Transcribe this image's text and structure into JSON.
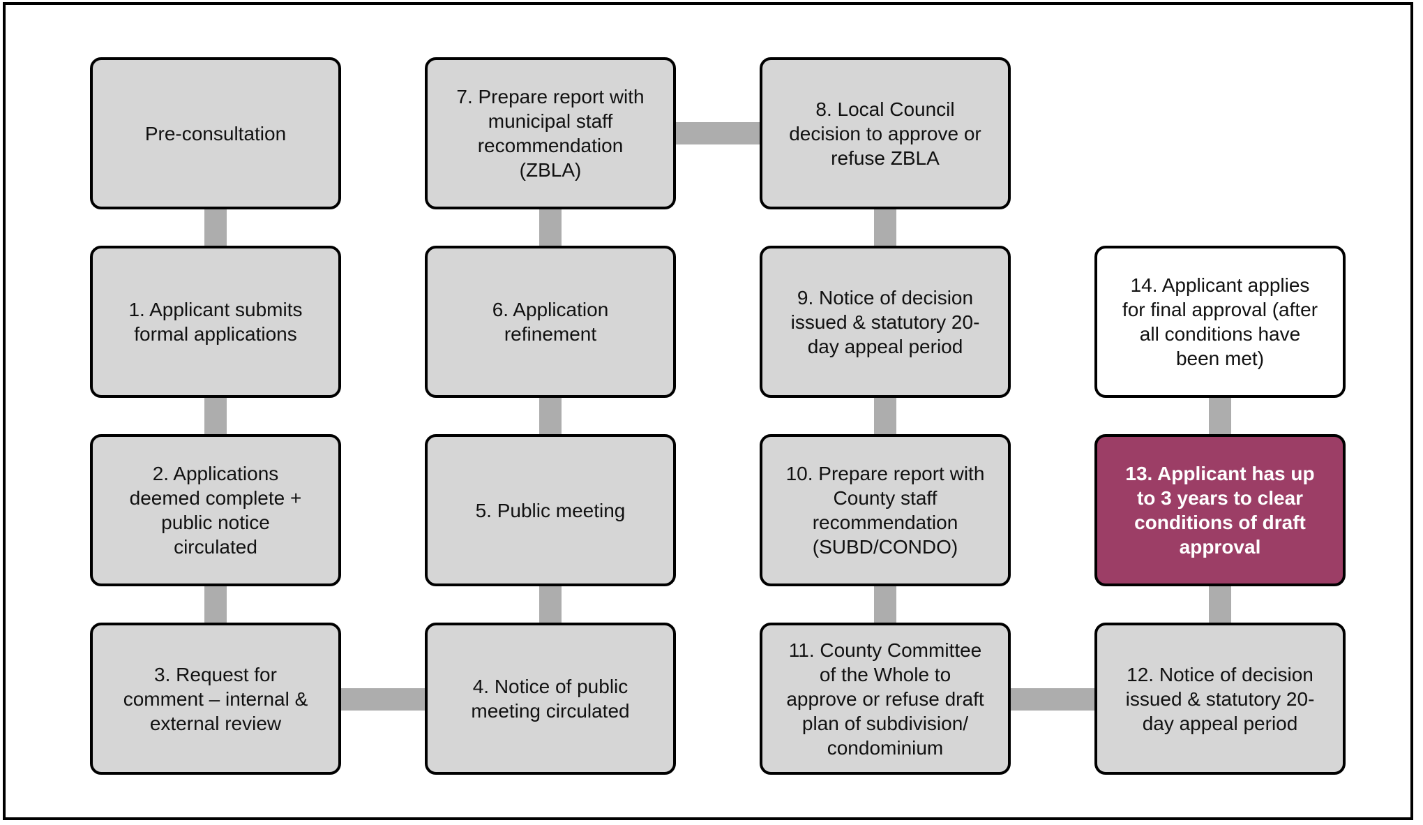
{
  "diagram": {
    "type": "flowchart",
    "description": "Planning application process flow, 15 steps in 4 columns (serpentine flow)",
    "colors": {
      "node_fill": "#d6d6d6",
      "node_border": "#000000",
      "node_text": "#111111",
      "connector": "#adadad",
      "frame_border": "#000000",
      "highlight_fill": "#9c3e66",
      "highlight_text": "#ffffff",
      "final_node_fill": "#ffffff"
    },
    "nodes": [
      {
        "id": "pre-consultation",
        "style": "default",
        "label": "Pre-consultation"
      },
      {
        "id": "step-1",
        "style": "default",
        "label": "1. Applicant submits\nformal applications"
      },
      {
        "id": "step-2",
        "style": "default",
        "label": "2. Applications\ndeemed complete +\npublic notice\ncirculated"
      },
      {
        "id": "step-3",
        "style": "default",
        "label": "3. Request for\ncomment – internal &\nexternal review"
      },
      {
        "id": "step-4",
        "style": "default",
        "label": "4. Notice of public\nmeeting circulated"
      },
      {
        "id": "step-5",
        "style": "default",
        "label": "5. Public meeting"
      },
      {
        "id": "step-6",
        "style": "default",
        "label": "6. Application\nrefinement"
      },
      {
        "id": "step-7",
        "style": "default",
        "label": "7. Prepare report with\nmunicipal staff\nrecommendation\n(ZBLA)"
      },
      {
        "id": "step-8",
        "style": "default",
        "label": "8. Local Council\ndecision to approve or\nrefuse ZBLA"
      },
      {
        "id": "step-9",
        "style": "default",
        "label": "9. Notice of decision\nissued & statutory 20-\nday appeal period"
      },
      {
        "id": "step-10",
        "style": "default",
        "label": "10. Prepare report with\nCounty staff\nrecommendation\n(SUBD/CONDO)"
      },
      {
        "id": "step-11",
        "style": "default",
        "label": "11. County Committee\nof the Whole to\napprove or refuse draft\nplan of subdivision/\ncondominium"
      },
      {
        "id": "step-12",
        "style": "default",
        "label": "12. Notice of decision\nissued & statutory 20-\nday appeal period"
      },
      {
        "id": "step-13",
        "style": "highlight",
        "label": "13. Applicant has up\nto 3 years to clear\nconditions of draft\napproval"
      },
      {
        "id": "step-14",
        "style": "final",
        "label": "14. Applicant applies\nfor final approval (after\nall conditions have\nbeen met)"
      }
    ],
    "edges": [
      [
        "pre-consultation",
        "step-1"
      ],
      [
        "step-1",
        "step-2"
      ],
      [
        "step-2",
        "step-3"
      ],
      [
        "step-3",
        "step-4"
      ],
      [
        "step-4",
        "step-5"
      ],
      [
        "step-5",
        "step-6"
      ],
      [
        "step-6",
        "step-7"
      ],
      [
        "step-7",
        "step-8"
      ],
      [
        "step-8",
        "step-9"
      ],
      [
        "step-9",
        "step-10"
      ],
      [
        "step-10",
        "step-11"
      ],
      [
        "step-11",
        "step-12"
      ],
      [
        "step-12",
        "step-13"
      ],
      [
        "step-13",
        "step-14"
      ]
    ]
  }
}
